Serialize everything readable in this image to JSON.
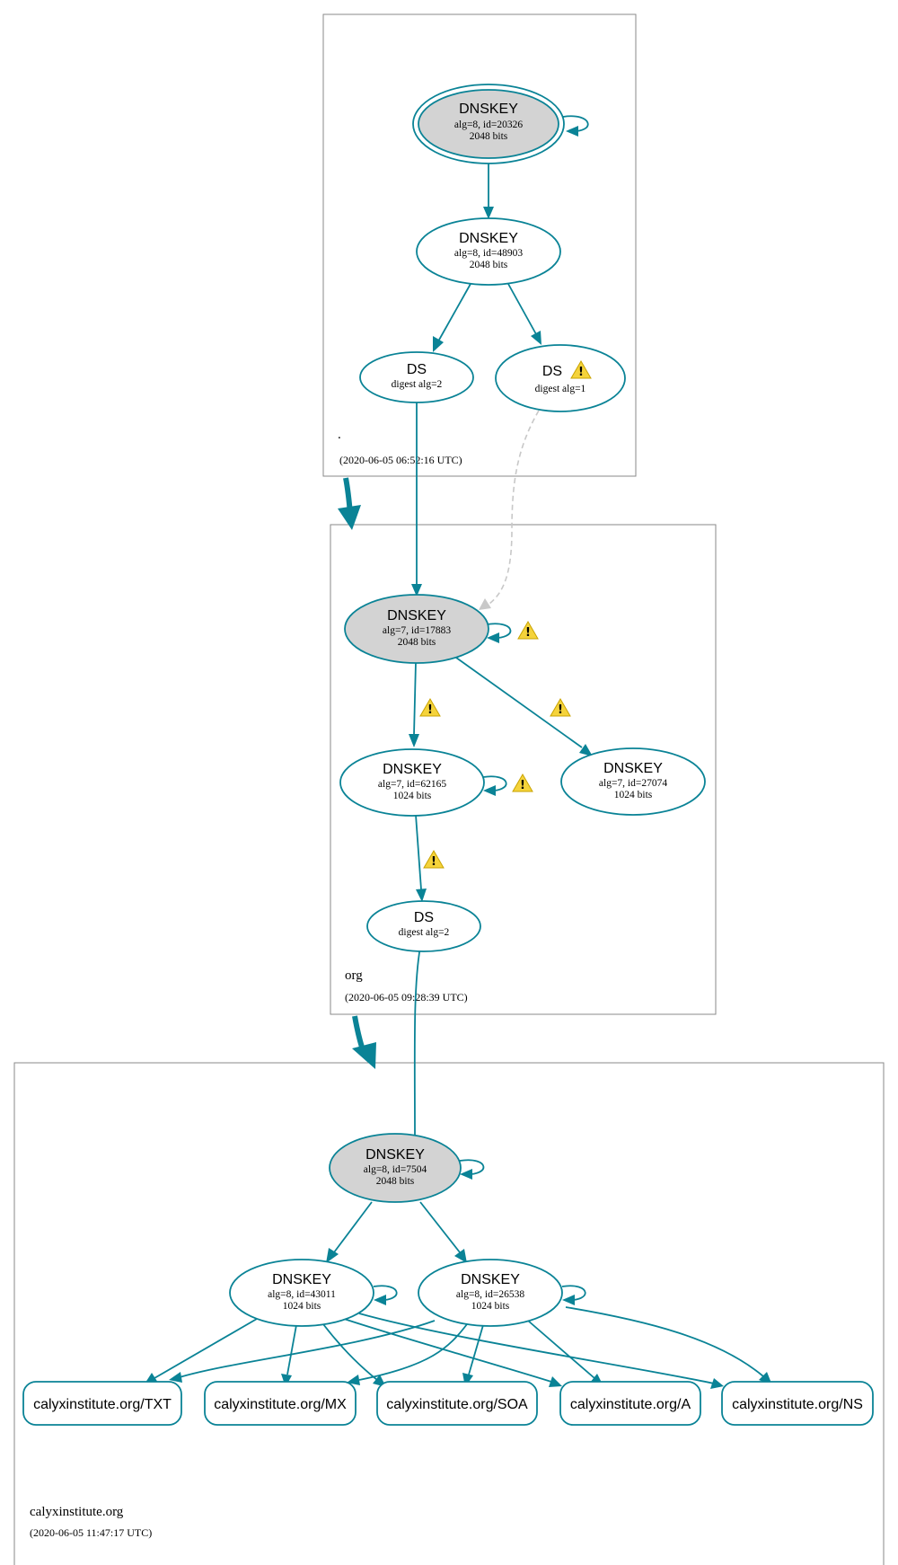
{
  "colors": {
    "edge": "#0a8396",
    "sep_fill": "#d3d3d3",
    "zone_border": "#8a8a8a",
    "dashed": "#c8c8c8",
    "warning": "#f5d33b"
  },
  "zones": {
    "root": {
      "name": ".",
      "timestamp": "(2020-06-05 06:52:16 UTC)"
    },
    "org": {
      "name": "org",
      "timestamp": "(2020-06-05 09:28:39 UTC)"
    },
    "calyx": {
      "name": "calyxinstitute.org",
      "timestamp": "(2020-06-05 11:47:17 UTC)"
    }
  },
  "nodes": {
    "root_ksk": {
      "title": "DNSKEY",
      "line1": "alg=8, id=20326",
      "line2": "2048 bits"
    },
    "root_zsk": {
      "title": "DNSKEY",
      "line1": "alg=8, id=48903",
      "line2": "2048 bits"
    },
    "root_ds2": {
      "title": "DS",
      "line1": "digest alg=2"
    },
    "root_ds1": {
      "title": "DS",
      "line1": "digest alg=1"
    },
    "org_ksk": {
      "title": "DNSKEY",
      "line1": "alg=7, id=17883",
      "line2": "2048 bits"
    },
    "org_zsk1": {
      "title": "DNSKEY",
      "line1": "alg=7, id=62165",
      "line2": "1024 bits"
    },
    "org_zsk2": {
      "title": "DNSKEY",
      "line1": "alg=7, id=27074",
      "line2": "1024 bits"
    },
    "org_ds": {
      "title": "DS",
      "line1": "digest alg=2"
    },
    "calyx_ksk": {
      "title": "DNSKEY",
      "line1": "alg=8, id=7504",
      "line2": "2048 bits"
    },
    "calyx_zsk1": {
      "title": "DNSKEY",
      "line1": "alg=8, id=43011",
      "line2": "1024 bits"
    },
    "calyx_zsk2": {
      "title": "DNSKEY",
      "line1": "alg=8, id=26538",
      "line2": "1024 bits"
    }
  },
  "rrsets": {
    "txt": "calyxinstitute.org/TXT",
    "mx": "calyxinstitute.org/MX",
    "soa": "calyxinstitute.org/SOA",
    "a": "calyxinstitute.org/A",
    "ns": "calyxinstitute.org/NS"
  },
  "warning_icon": "warning-icon",
  "warning_glyph": "!"
}
